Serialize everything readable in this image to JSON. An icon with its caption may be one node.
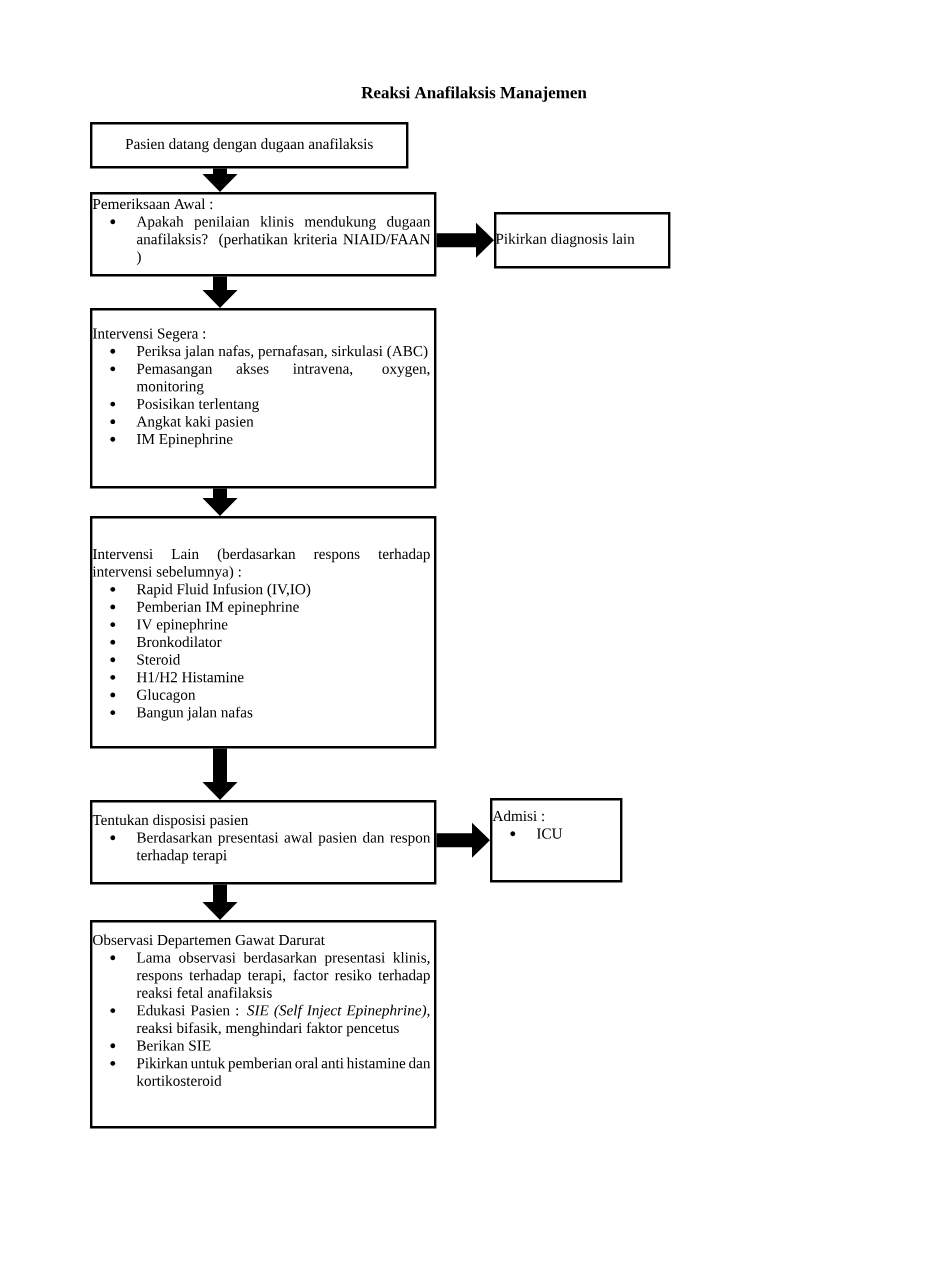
{
  "diagram": {
    "title": "Reaksi Anafilaksis Manajemen",
    "nodes": [
      {
        "text": [
          "Pasien datang dengan dugaan anafilaksis"
        ]
      },
      {
        "text": [
          "Pemeriksaan Awal :",
          "Apakah penilaian klinis mendukung dugaan anafilaksis? (perhatikan kriteria NIAID/FAAN )"
        ]
      },
      {
        "text": [
          "Pikirkan diagnosis lain"
        ]
      },
      {
        "text": [
          "Intervensi Segera :",
          "Periksa jalan nafas, pernafasan, sirkulasi (ABC)",
          "Pemasangan akses intravena, oxygen, monitoring",
          "Posisikan terlentang",
          "Angkat kaki pasien",
          "IM Epinephrine"
        ]
      },
      {
        "text": [
          "Intervensi Lain (berdasarkan respons terhadap intervensi sebelumnya) :",
          "Rapid Fluid Infusion (IV,IO)",
          "Pemberian IM epinephrine",
          "IV epinephrine",
          "Bronkodilator",
          "Steroid",
          "H1/H2 Histamine",
          "Glucagon",
          "Bangun jalan nafas"
        ]
      },
      {
        "text": [
          "Tentukan disposisi pasien",
          "Berdasarkan presentasi awal pasien dan respon terhadap terapi"
        ]
      },
      {
        "text": [
          "Admisi :",
          "ICU"
        ]
      },
      {
        "text": [
          "Observasi Departemen Gawat Darurat",
          "Lama observasi berdasarkan presentasi klinis, respons terhadap terapi, factor resiko terhadap reaksi fetal anafilaksis",
          "Edukasi Pasien : *SIE (Self Inject Epinephrine)*, reaksi bifasik, menghindari faktor pencetus",
          "Berikan SIE",
          "Pikirkan untuk pemberian oral anti histamine dan kortikosteroid"
        ]
      }
    ],
    "edges": [
      {
        "from": 0,
        "to": 1,
        "arrow": "to"
      },
      {
        "from": 1,
        "to": 2,
        "arrow": "to"
      },
      {
        "from": 1,
        "to": 3,
        "arrow": "to"
      },
      {
        "from": 3,
        "to": 4,
        "arrow": "to"
      },
      {
        "from": 4,
        "to": 5,
        "arrow": "to"
      },
      {
        "from": 5,
        "to": 6,
        "arrow": "to"
      },
      {
        "from": 5,
        "to": 7,
        "arrow": "to"
      }
    ]
  }
}
